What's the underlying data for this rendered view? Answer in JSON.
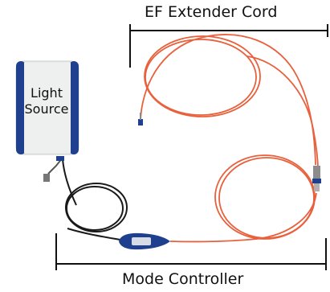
{
  "labels": {
    "extender_cord": "EF Extender Cord",
    "mode_controller": "Mode Controller",
    "light_source_line1": "Light",
    "light_source_line2": "Source"
  },
  "colors": {
    "fiber_orange": "#e8603c",
    "cable_black": "#1a1a1a",
    "accent_blue": "#1f3f8f",
    "box_body": "#e9ecec"
  },
  "icons": {
    "light_source": "light-source-box-icon",
    "mode_controller": "mode-controller-device-icon",
    "connector_top": "fiber-connector-icon",
    "connector_right": "st-connector-icon"
  }
}
